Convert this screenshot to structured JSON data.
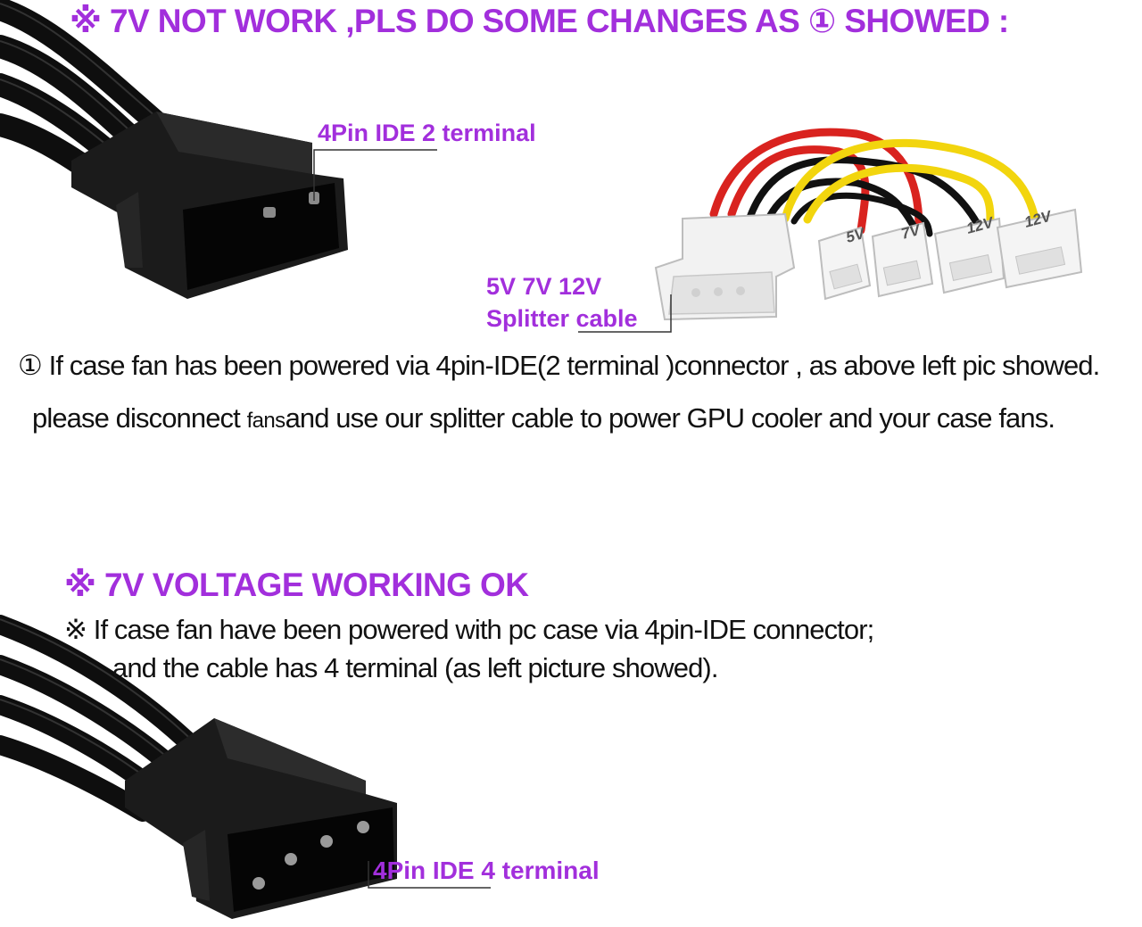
{
  "top_section": {
    "heading": "※ 7V NOT WORK ,PLS DO SOME CHANGES AS  ① SHOWED :",
    "connector_label": "4Pin IDE 2 terminal",
    "splitter_label_line1": "5V 7V 12V",
    "splitter_label_line2": "Splitter  cable",
    "fan_plug_labels": [
      "5V",
      "7V",
      "12V",
      "12V"
    ],
    "instruction_line1": "① If case fan has been powered via 4pin-IDE(2 terminal )connector , as above left pic showed.",
    "instruction_line2_part1": "please disconnect ",
    "instruction_line2_small": "fans",
    "instruction_line2_part2": "and use our splitter cable to power GPU cooler and your case fans."
  },
  "bottom_section": {
    "heading": "※ 7V  VOLTAGE WORKING OK",
    "instruction_line1": "※ If case fan have been powered with pc case via 4pin-IDE connector;",
    "instruction_line2": "and the cable has 4 terminal (as left picture showed).",
    "connector_label": "4Pin IDE 4 terminal"
  },
  "colors": {
    "accent_purple": "#a22fdc",
    "text": "#111111",
    "wire_red": "#d9231f",
    "wire_yellow": "#f2d50e",
    "wire_black": "#111111",
    "connector_black": "#1b1b1b",
    "connector_white": "#f2f2f2"
  }
}
